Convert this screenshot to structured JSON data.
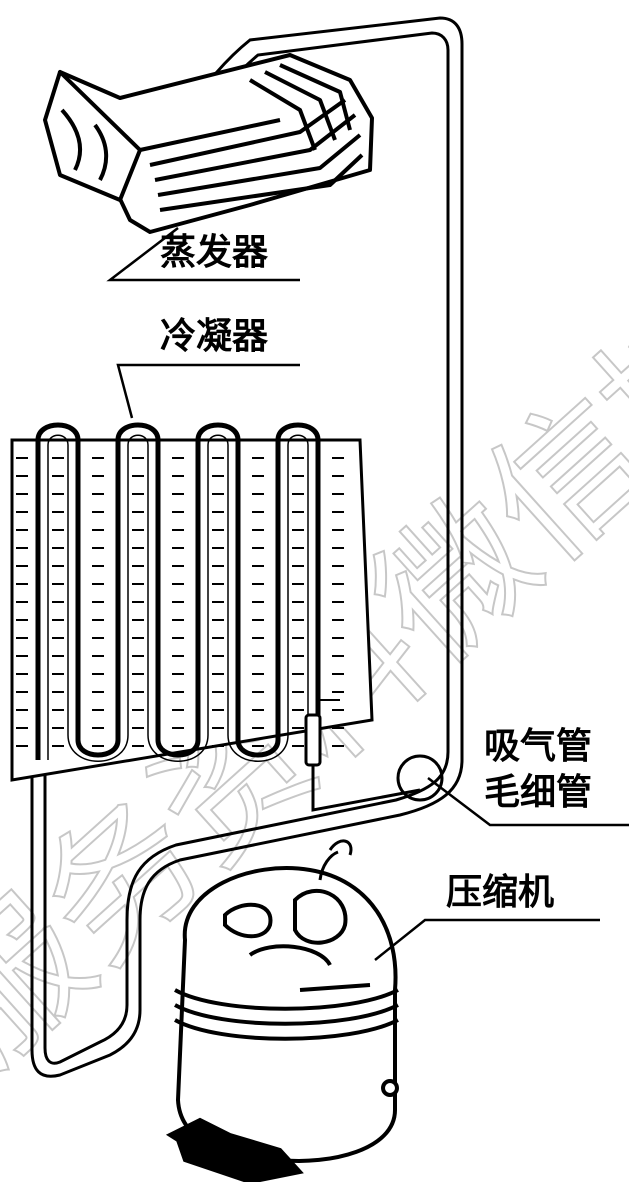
{
  "labels": {
    "evaporator": "蒸发器",
    "condenser": "冷凝器",
    "suction_pipe": "吸气管",
    "capillary_tube": "毛细管",
    "compressor": "压缩机"
  },
  "watermark": {
    "text": "服务资料微信搜索"
  },
  "colors": {
    "line": "#000000",
    "background": "#ffffff",
    "watermark": "#bdbdbd"
  }
}
